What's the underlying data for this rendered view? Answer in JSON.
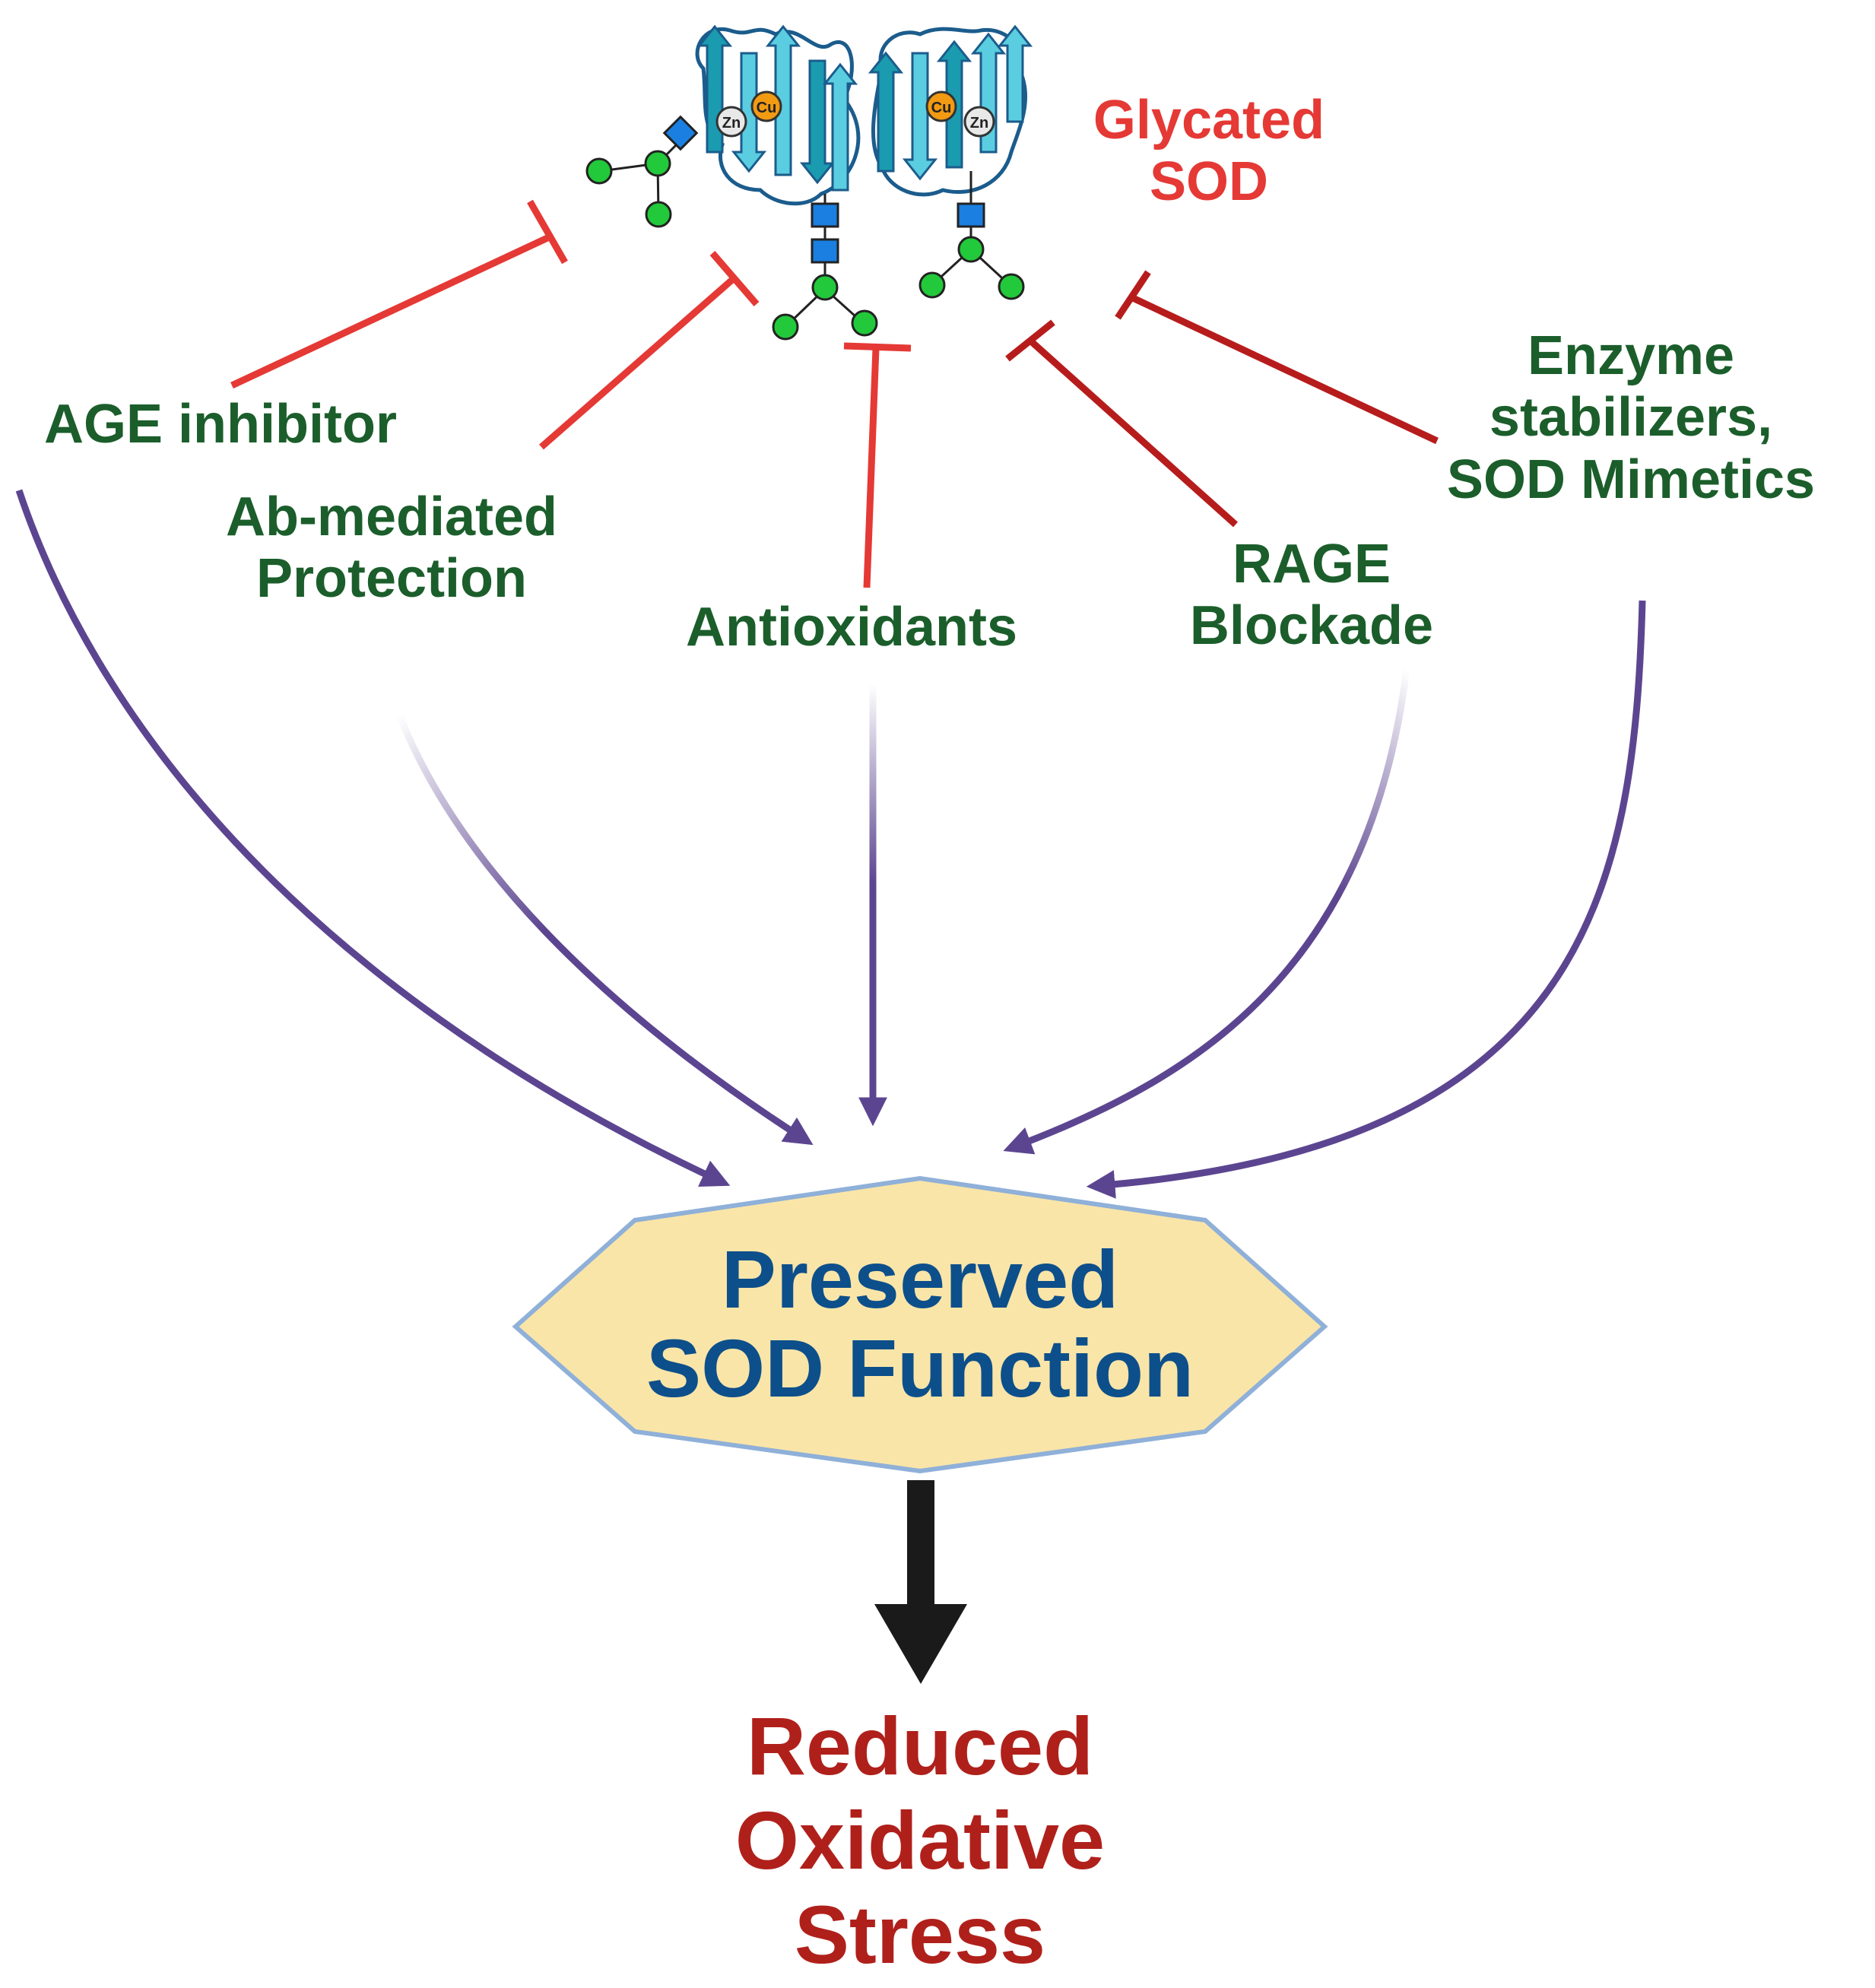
{
  "target": {
    "title_line1": "Glycated",
    "title_line2": "SOD"
  },
  "protein": {
    "zn_label": "Zn",
    "cu_label": "Cu"
  },
  "interventions": [
    {
      "id": "age-inhibitor",
      "lines": [
        "AGE inhibitor"
      ]
    },
    {
      "id": "ab-mediated-protection",
      "lines": [
        "Ab-mediated",
        "Protection"
      ]
    },
    {
      "id": "antioxidants",
      "lines": [
        "Antioxidants"
      ]
    },
    {
      "id": "rage-blockade",
      "lines": [
        "RAGE",
        "Blockade"
      ]
    },
    {
      "id": "enzyme-stabilizers",
      "lines": [
        "Enzyme",
        "stabilizers,",
        "SOD Mimetics"
      ]
    }
  ],
  "center": {
    "line1": "Preserved",
    "line2": "SOD Function"
  },
  "outcome": {
    "line1": "Reduced",
    "line2": "Oxidative",
    "line3": "Stress"
  },
  "colors": {
    "inhibit_bright": "#e53935",
    "inhibit_dark": "#b71c1c",
    "promote_arrow": "#5c4590",
    "hexagon_fill": "#fae5a8",
    "hexagon_stroke": "#8fb0d8",
    "final_arrow": "#1a1a1a",
    "protein_strand_light": "#5bcde0",
    "protein_strand_dark": "#1a9bb0",
    "protein_outline": "#1b5c8c",
    "glycan_circle": "#22c93a",
    "glycan_square": "#1a7fe0"
  }
}
